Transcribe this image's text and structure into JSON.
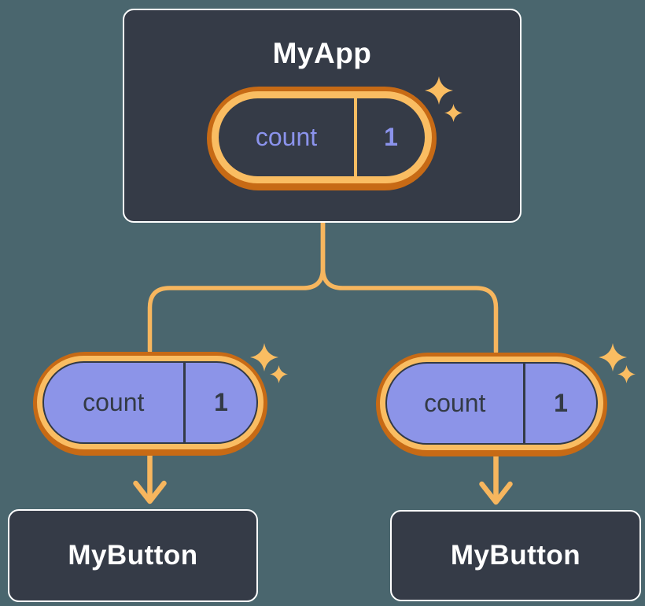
{
  "nodes": {
    "app": {
      "label": "MyApp",
      "state": {
        "name": "count",
        "value": "1"
      }
    },
    "button_left": {
      "label": "MyButton",
      "prop": {
        "name": "count",
        "value": "1"
      }
    },
    "button_right": {
      "label": "MyButton",
      "prop": {
        "name": "count",
        "value": "1"
      }
    }
  },
  "icons": {
    "sparkle_large": "sparkle-icon",
    "sparkle_small": "sparkle-icon"
  },
  "colors": {
    "background": "#4A666E",
    "node_fill": "#353B47",
    "node_border": "#FFFFFF",
    "text_light": "#FFFFFF",
    "ring_outer": "#C76A15",
    "ring_inner": "#FABD62",
    "connector": "#F7B65E",
    "prop_fill": "#8C94E8",
    "prop_text": "#333A45",
    "state_text": "#8B93EC"
  }
}
